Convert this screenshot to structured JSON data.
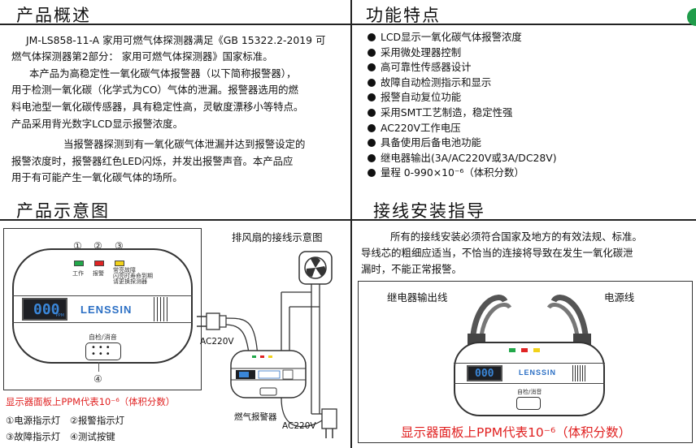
{
  "left": {
    "overview": {
      "title": "产品概述",
      "paragraphs": [
        "JM-LS858-11-A 家用可燃气体探测器满足《GB 15322.2-2019 可",
        "燃气体探测器第2部分： 家用可燃气体探测器》国家标准。",
        "本产品为高稳定性一氧化碳气体报警器（以下简称报警器），",
        "用于检测一氧化碳（化学式为CO）气体的泄漏。报警器选用的燃",
        "料电池型一氧化碳传感器，具有稳定性高，灵敏度漂移小等特点。",
        "产品采用背光数字LCD显示报警浓度。",
        "当报警器探测到有一氧化碳气体泄漏并达到报警设定的",
        "报警浓度时，报警器红色LED闪烁，并发出报警声音。本产品应",
        "用于有可能产生一氧化碳气体的场所。"
      ]
    },
    "diagram": {
      "title": "产品示意图",
      "callout_numbers": [
        "①",
        "②",
        "③",
        "④"
      ],
      "leds": [
        {
          "label": "工作",
          "color": "#22a84a"
        },
        {
          "label": "报警",
          "color": "#e02424"
        },
        {
          "label": "常亮故障\n闪亮时寿命到期\n请更换探测器",
          "color": "#f2d21a"
        }
      ],
      "lcd_value": "000",
      "lcd_unit": "PPM",
      "brand": "LENSSIN",
      "test_button_label": "自检/消音",
      "ppm_note": "显示器面板上PPM代表10⁻⁶（体积分数）",
      "legend": [
        {
          "num": "①",
          "text": "电源指示灯"
        },
        {
          "num": "②",
          "text": "报警指示灯"
        },
        {
          "num": "③",
          "text": "故障指示灯"
        },
        {
          "num": "④",
          "text": "测试按键"
        }
      ],
      "fan_caption": "排风扇的接线示意图",
      "ac_label_top": "AC220V",
      "ac_label_bottom": "AC220V",
      "gas_alarm_label": "燃气报警器"
    }
  },
  "right": {
    "features": {
      "title": "功能特点",
      "items": [
        "LCD显示一氧化碳气体报警浓度",
        "采用微处理器控制",
        "高可靠性传感器设计",
        "故障自动检测指示和显示",
        "报警自动复位功能",
        "采用SMT工艺制造，稳定性强",
        "AC220V工作电压",
        "具备使用后备电池功能",
        "继电器输出(3A/AC220V或3A/DC28V)",
        "量程 0-990×10⁻⁶（体积分数）"
      ]
    },
    "install": {
      "title": "接线安装指导",
      "paragraphs": [
        "所有的接线安装必须符合国家及地方的有效法规、标准。",
        "导线芯的粗细应适当，不恰当的连接将导致在发生一氧化碳泄",
        "漏时，不能正常报警。"
      ],
      "relay_label": "继电器输出线",
      "power_label": "电源线",
      "ppm_note": "显示器面板上PPM代表10⁻⁶（体积分数）"
    }
  }
}
